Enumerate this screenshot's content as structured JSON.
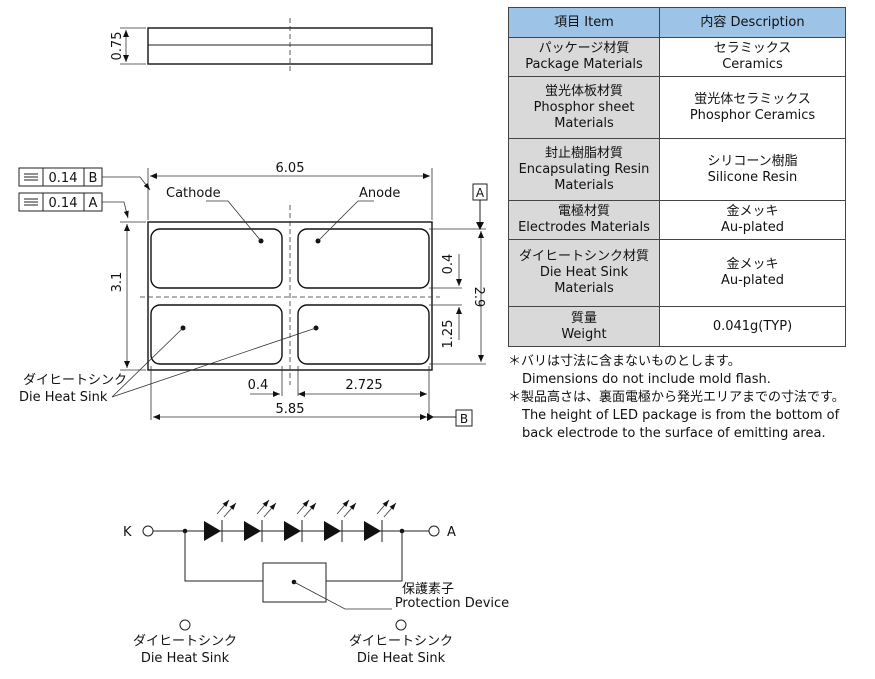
{
  "top_view": {
    "thickness": "0.75"
  },
  "dimensions": {
    "width_top": "6.05",
    "width_bottom": "5.85",
    "height_left": "3.1",
    "height_right": "2.9",
    "gap_vertical": "0.4",
    "pad_height": "1.25",
    "gap_horizontal": "0.4",
    "pad_width": "2.725"
  },
  "datum": {
    "a": "A",
    "b": "B"
  },
  "tolerances": [
    {
      "value": "0.14",
      "ref": "B"
    },
    {
      "value": "0.14",
      "ref": "A"
    }
  ],
  "labels": {
    "cathode": "Cathode",
    "anode": "Anode",
    "heat_sink_jp": "ダイヒートシンク",
    "heat_sink_en": "Die Heat Sink"
  },
  "table": {
    "header_item": "項目 Item",
    "header_desc": "内容 Description",
    "rows": [
      {
        "item": [
          "パッケージ材質",
          "Package Materials"
        ],
        "desc": [
          "セラミックス",
          "Ceramics"
        ]
      },
      {
        "item": [
          "蛍光体板材質",
          "Phosphor sheet",
          "Materials"
        ],
        "desc": [
          "蛍光体セラミックス",
          "Phosphor Ceramics"
        ]
      },
      {
        "item": [
          "封止樹脂材質",
          "Encapsulating Resin",
          "Materials"
        ],
        "desc": [
          "シリコーン樹脂",
          "Silicone Resin"
        ]
      },
      {
        "item": [
          "電極材質",
          "Electrodes Materials"
        ],
        "desc": [
          "金メッキ",
          "Au-plated"
        ]
      },
      {
        "item": [
          "ダイヒートシンク材質",
          "Die Heat Sink",
          "Materials"
        ],
        "desc": [
          "金メッキ",
          "Au-plated"
        ]
      },
      {
        "item": [
          "質量",
          "Weight"
        ],
        "desc": [
          "0.041g(TYP)"
        ]
      }
    ]
  },
  "notes": [
    "＊バリは寸法に含まないものとします。",
    "Dimensions do not include mold flash.",
    "＊製品高さは、裏面電極から発光エリアまでの寸法です。",
    "The height of LED package is from the bottom of",
    "back electrode to the surface of emitting area."
  ],
  "circuit": {
    "k": "K",
    "a": "A",
    "protection_jp": "保護素子",
    "protection_en": "Protection Device",
    "heat_sink_jp": "ダイヒートシンク",
    "heat_sink_en": "Die Heat Sink"
  }
}
